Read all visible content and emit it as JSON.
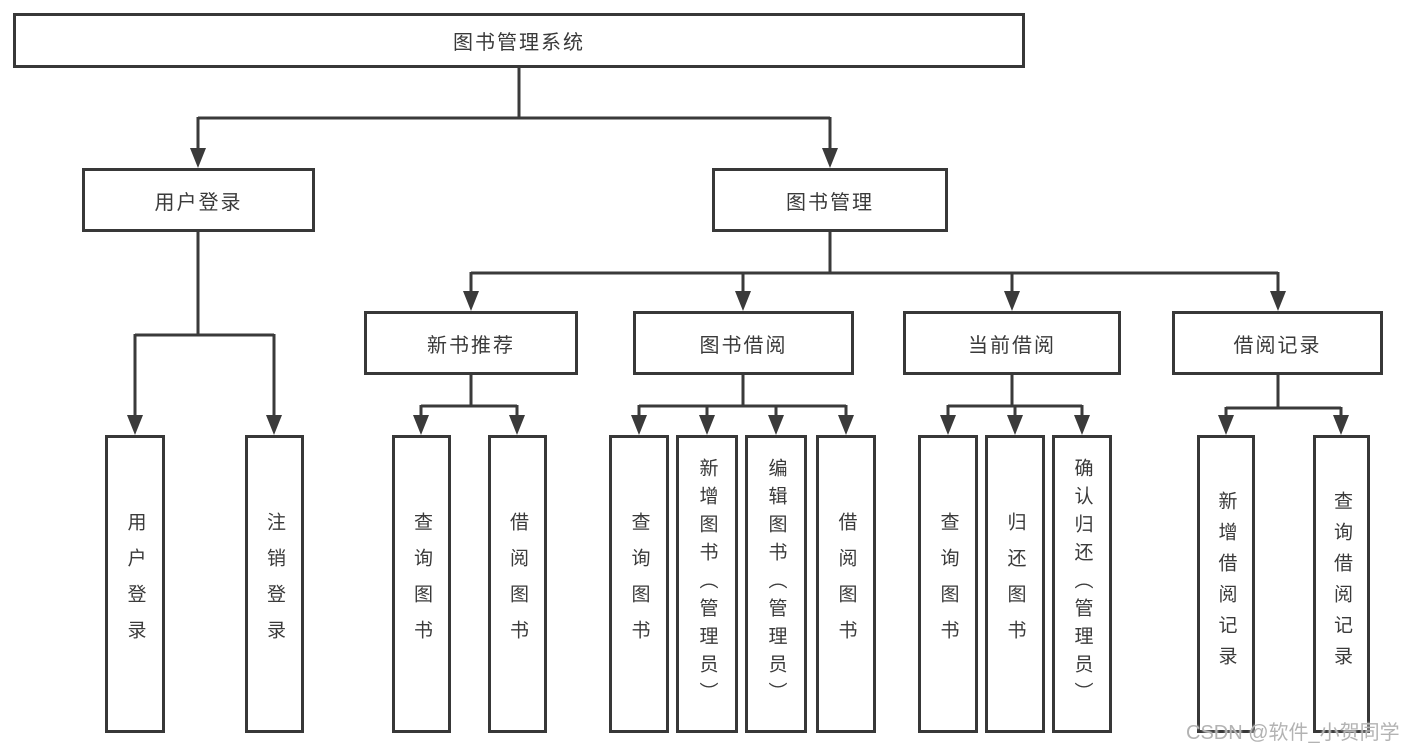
{
  "diagram": {
    "nodes": {
      "root": {
        "label": "图书管理系统"
      },
      "level2": [
        {
          "label": "用户登录"
        },
        {
          "label": "图书管理"
        }
      ],
      "level3": [
        {
          "label": "新书推荐",
          "parent": "图书管理"
        },
        {
          "label": "图书借阅",
          "parent": "图书管理"
        },
        {
          "label": "当前借阅",
          "parent": "图书管理"
        },
        {
          "label": "借阅记录",
          "parent": "图书管理"
        }
      ],
      "leaves": [
        {
          "label": "用户登录",
          "parent": "用户登录"
        },
        {
          "label": "注销登录",
          "parent": "用户登录"
        },
        {
          "label": "查询图书",
          "parent": "新书推荐"
        },
        {
          "label": "借阅图书",
          "parent": "新书推荐"
        },
        {
          "label": "查询图书",
          "parent": "图书借阅"
        },
        {
          "label": "新增图书（管理员）",
          "parent": "图书借阅"
        },
        {
          "label": "编辑图书（管理员）",
          "parent": "图书借阅"
        },
        {
          "label": "借阅图书",
          "parent": "图书借阅"
        },
        {
          "label": "查询图书",
          "parent": "当前借阅"
        },
        {
          "label": "归还图书",
          "parent": "当前借阅"
        },
        {
          "label": "确认归还（管理员）",
          "parent": "当前借阅"
        },
        {
          "label": "新增借阅记录",
          "parent": "借阅记录"
        },
        {
          "label": "查询借阅记录",
          "parent": "借阅记录"
        }
      ]
    }
  },
  "watermark": {
    "text": "CSDN @软件_小贺同学"
  },
  "colors": {
    "line": "#3a3a3a",
    "border": "#383838",
    "text": "#3a3a3a",
    "background": "#ffffff",
    "watermark": "#b3b3b3"
  }
}
